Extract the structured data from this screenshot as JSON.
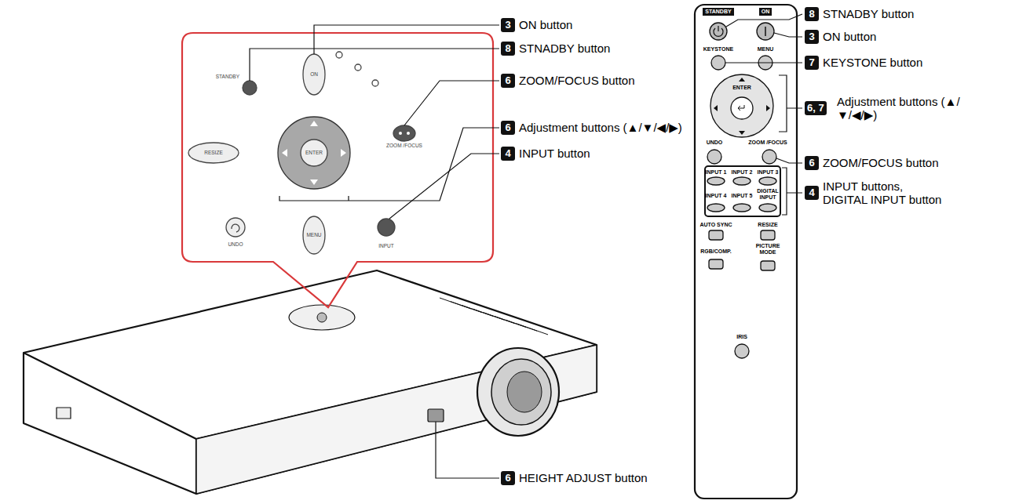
{
  "diagram": {
    "labels": [
      "3",
      "ON button",
      "8",
      "STNADBY button",
      "6",
      "ZOOM/FOCUS button",
      "6",
      "Adjustment buttons (▲/▼/◀/▶)",
      "4",
      "INPUT button",
      "6",
      "HEIGHT ADJUST button",
      "8",
      "STNADBY button",
      "3",
      "ON button",
      "7",
      "KEYSTONE button",
      "6, 7",
      "Adjustment buttons (▲/▼/◀/▶)",
      "6",
      "ZOOM/FOCUS button",
      "4",
      "INPUT buttons, DIGITAL INPUT button",
      "STANDBY",
      "ON",
      "KEYSTONE",
      "MENU",
      "ENTER",
      "UNDO",
      "ZOOM /FOCUS",
      "INPUT 1",
      "INPUT 2",
      "INPUT 3",
      "INPUT 4",
      "INPUT 5",
      "DIGITAL INPUT",
      "AUTO SYNC",
      "RESIZE",
      "RGB/COMP.",
      "PICTURE MODE",
      "IRIS",
      "ON",
      "STANDBY",
      "RESIZE",
      "ENTER",
      "ZOOM /FOCUS",
      "UNDO",
      "MENU",
      "INPUT"
    ]
  }
}
